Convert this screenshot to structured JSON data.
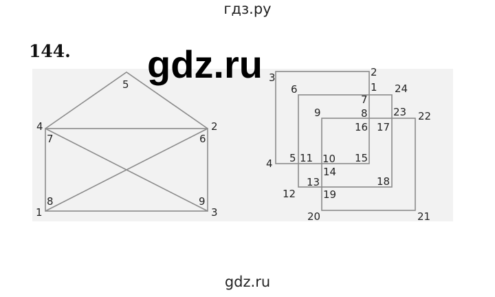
{
  "header": {
    "site_name": "гдз.ру"
  },
  "exercise": {
    "number": "144."
  },
  "watermark": "gdz.ru",
  "footer": {
    "site_name": "gdz.ru"
  },
  "envelope_figure": {
    "labels": [
      "1",
      "2",
      "3",
      "4",
      "5",
      "6",
      "7",
      "8",
      "9"
    ]
  },
  "squares_figure": {
    "labels": [
      "1",
      "2",
      "3",
      "4",
      "5",
      "6",
      "7",
      "8",
      "9",
      "10",
      "11",
      "12",
      "13",
      "14",
      "15",
      "16",
      "17",
      "18",
      "19",
      "20",
      "21",
      "22",
      "23",
      "24"
    ]
  },
  "colors": {
    "line": "#8a8a8a",
    "text": "#222222",
    "paper": "#f2f2f2"
  }
}
